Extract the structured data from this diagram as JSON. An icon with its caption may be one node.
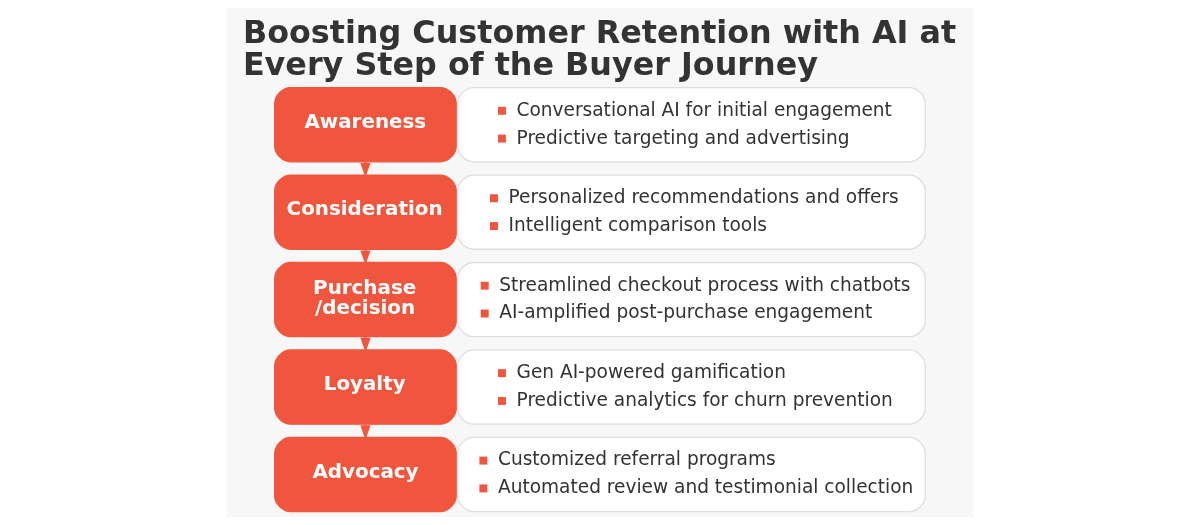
{
  "diagram": {
    "title": "Boosting Customer Retention with AI at Every Step of the Buyer Journey",
    "nodes": [
      {
        "text": [
          "Awareness"
        ]
      },
      {
        "text": [
          "Conversational AI for initial engagement",
          "Predictive targeting and advertising"
        ]
      },
      {
        "text": [
          "Consideration"
        ]
      },
      {
        "text": [
          "Personalized recommendations and offers",
          "Intelligent comparison tools"
        ]
      },
      {
        "text": [
          "Purchase /decision"
        ]
      },
      {
        "text": [
          "Streamlined checkout process with chatbots",
          "AI-amplified post-purchase engagement"
        ]
      },
      {
        "text": [
          "Loyalty"
        ]
      },
      {
        "text": [
          "Gen AI-powered gamification",
          "Predictive analytics for churn prevention"
        ]
      },
      {
        "text": [
          "Advocacy"
        ]
      },
      {
        "text": [
          "Customized referral programs",
          "Automated review and testimonial collection"
        ]
      }
    ],
    "edges": [
      {
        "from": 0,
        "to": 2,
        "arrow": "to"
      },
      {
        "from": 2,
        "to": 4,
        "arrow": "to"
      },
      {
        "from": 4,
        "to": 6,
        "arrow": "to"
      },
      {
        "from": 6,
        "to": 8,
        "arrow": "to"
      }
    ]
  }
}
